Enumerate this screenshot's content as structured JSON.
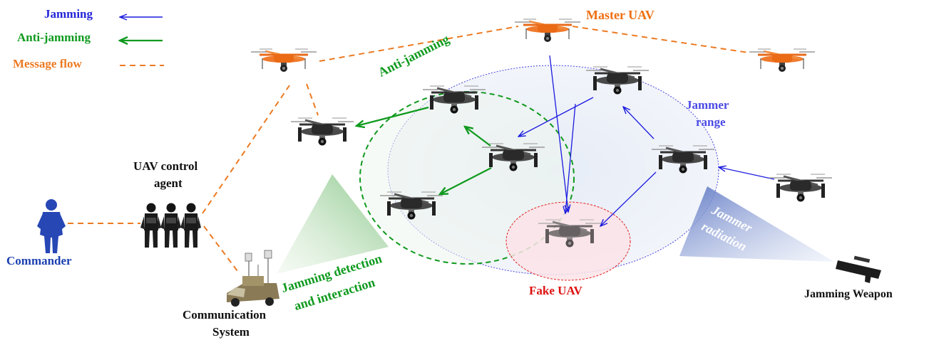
{
  "legend": {
    "jamming": "Jamming",
    "anti_jamming": "Anti-jamming",
    "message_flow": "Message flow"
  },
  "labels": {
    "master_uav": "Master UAV",
    "anti_jamming": "Anti-jamming",
    "jammer_range_line1": "Jammer",
    "jammer_range_line2": "range",
    "jammer_radiation_line1": "Jammer",
    "jammer_radiation_line2": "radiation",
    "uav_control_agent_line1": "UAV control",
    "uav_control_agent_line2": "agent",
    "commander": "Commander",
    "communication_system_line1": "Communication",
    "communication_system_line2": "System",
    "jamming_detection_line1": "Jamming detection",
    "jamming_detection_line2": "and interaction",
    "fake_uav": "Fake UAV",
    "jamming_weapon": "Jamming Weapon"
  },
  "colors": {
    "jamming": "#1a1adf",
    "anti_jamming": "#0f9a1e",
    "message_flow": "#ec7a22",
    "master_label": "#ef6f12",
    "jammer_label": "#4a4ae6",
    "commander": "#1b3fb0",
    "fake_uav": "#dd1111"
  }
}
